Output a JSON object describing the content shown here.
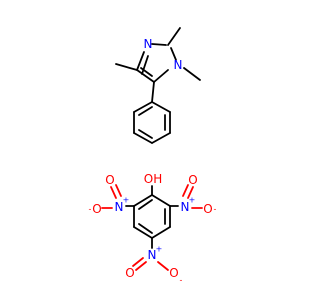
{
  "colors": {
    "bond": "#000000",
    "nitrogen": "#0000ff",
    "oxygen": "#ff0000"
  },
  "molecule_1": {
    "atoms": {
      "n3": "N",
      "n1": "N"
    }
  },
  "molecule_2": {
    "atoms": {
      "oh": "OH",
      "n_left": "N",
      "o_left_top": "O",
      "o_left": "O",
      "n_right": "N",
      "o_right_top": "O",
      "o_right": "O",
      "n_para": "N",
      "o_para_left": "O",
      "o_para_right": "O"
    },
    "charges": {
      "plus": "+",
      "minus": "-"
    }
  }
}
